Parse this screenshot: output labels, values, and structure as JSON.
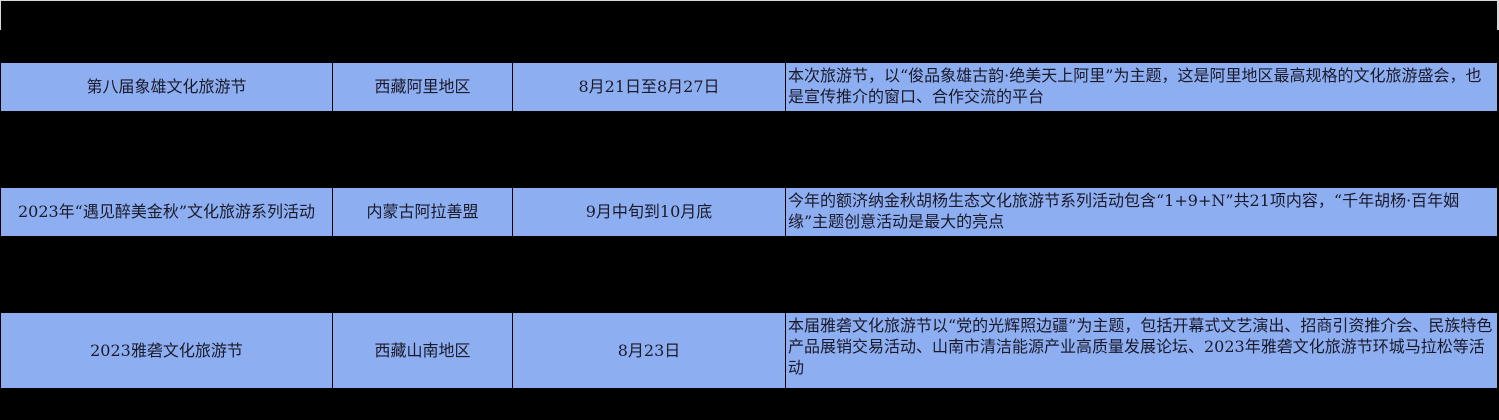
{
  "table": {
    "fill_color": "#8daef1",
    "rows": [
      {
        "name": "第八届象雄文化旅游节",
        "place": "西藏阿里地区",
        "date": "8月21日至8月27日",
        "description": "本次旅游节，以“俊品象雄古韵·绝美天上阿里”为主题，这是阿里地区最高规格的文化旅游盛会，也是宣传推介的窗口、合作交流的平台"
      },
      {
        "name": "2023年“遇见醉美金秋”文化旅游系列活动",
        "place": "内蒙古阿拉善盟",
        "date": "9月中旬到10月底",
        "description": "今年的额济纳金秋胡杨生态文化旅游节系列活动包含“1+9+N”共21项内容，“千年胡杨·百年姻缘”主题创意活动是最大的亮点"
      },
      {
        "name": "2023雅砻文化旅游节",
        "place": "西藏山南地区",
        "date": "8月23日",
        "description": "本届雅砻文化旅游节以“党的光辉照边疆”为主题，包括开幕式文艺演出、招商引资推介会、民族特色产品展销交易活动、山南市清洁能源产业高质量发展论坛、2023年雅砻文化旅游节环城马拉松等活动"
      }
    ]
  }
}
